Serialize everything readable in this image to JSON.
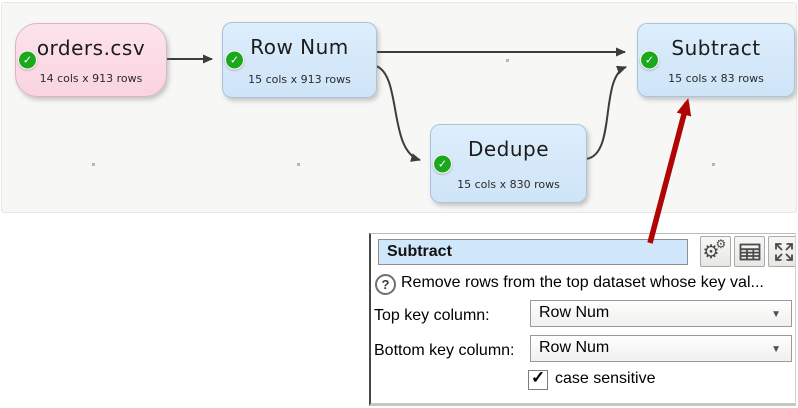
{
  "graph": {
    "nodes": [
      {
        "title": "orders.csv",
        "subtitle": "14 cols x 913 rows",
        "type": "input-file",
        "status": "ok"
      },
      {
        "title": "Row Num",
        "subtitle": "15 cols x 913 rows",
        "type": "transform",
        "status": "ok"
      },
      {
        "title": "Dedupe",
        "subtitle": "15 cols x 830 rows",
        "type": "transform",
        "status": "ok"
      },
      {
        "title": "Subtract",
        "subtitle": "15 cols x 83 rows",
        "type": "transform",
        "status": "ok"
      }
    ],
    "edges": [
      {
        "from": "orders.csv",
        "to": "Row Num"
      },
      {
        "from": "Row Num",
        "to": "Subtract"
      },
      {
        "from": "Row Num",
        "to": "Dedupe"
      },
      {
        "from": "Dedupe",
        "to": "Subtract"
      }
    ],
    "annotation_arrow": {
      "points_to": "Subtract",
      "color": "#b00505"
    }
  },
  "panel": {
    "name_field": {
      "value": "Subtract"
    },
    "toolbar": [
      {
        "name": "settings",
        "icon": "gears-icon"
      },
      {
        "name": "view-table",
        "icon": "table-icon"
      },
      {
        "name": "maximize",
        "icon": "expand-icon"
      }
    ],
    "help_text": "Remove rows from the top dataset whose key val...",
    "fields": [
      {
        "label": "Top key column:",
        "value": "Row Num"
      },
      {
        "label": "Bottom key column:",
        "value": "Row Num"
      }
    ],
    "checkbox": {
      "label": "case sensitive",
      "checked": true
    }
  },
  "icons": {
    "status_check": "✓",
    "help": "?",
    "gear": "⚙",
    "dropdown_arrow": "▼",
    "checkbox_check": "✓"
  },
  "colors": {
    "node_blue": "#d3e7f9",
    "node_pink": "#fbd7e1",
    "status_green": "#1ca81c",
    "edge_gray": "#3d3d3d",
    "annotation_red": "#b00505",
    "name_field_blue": "#d0e7fb",
    "canvas_bg": "#f7f7f5"
  }
}
